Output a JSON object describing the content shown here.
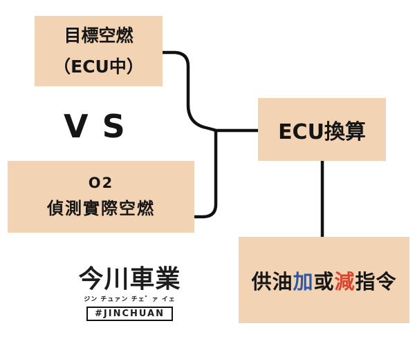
{
  "colors": {
    "box_background": "#f2d4b4",
    "line": "#111111",
    "text": "#151515",
    "increase_blue": "#2b57a7",
    "decrease_red": "#d7442e"
  },
  "boxes": {
    "target": {
      "line1": "目標空燃",
      "line2": "（ECU中）"
    },
    "o2": {
      "line1": "O2",
      "line2": "偵測實際空燃"
    },
    "ecu": {
      "label": "ECU換算"
    },
    "command": {
      "prefix": "供油",
      "increase": "加",
      "middle": "或",
      "decrease": "減",
      "suffix": "指令"
    }
  },
  "vs": {
    "label": "VS"
  },
  "logo": {
    "name": "今川車業",
    "katakana": "ジン チュァン チェ゛ァ イェ",
    "hashtag": "#JINCHUAN"
  }
}
